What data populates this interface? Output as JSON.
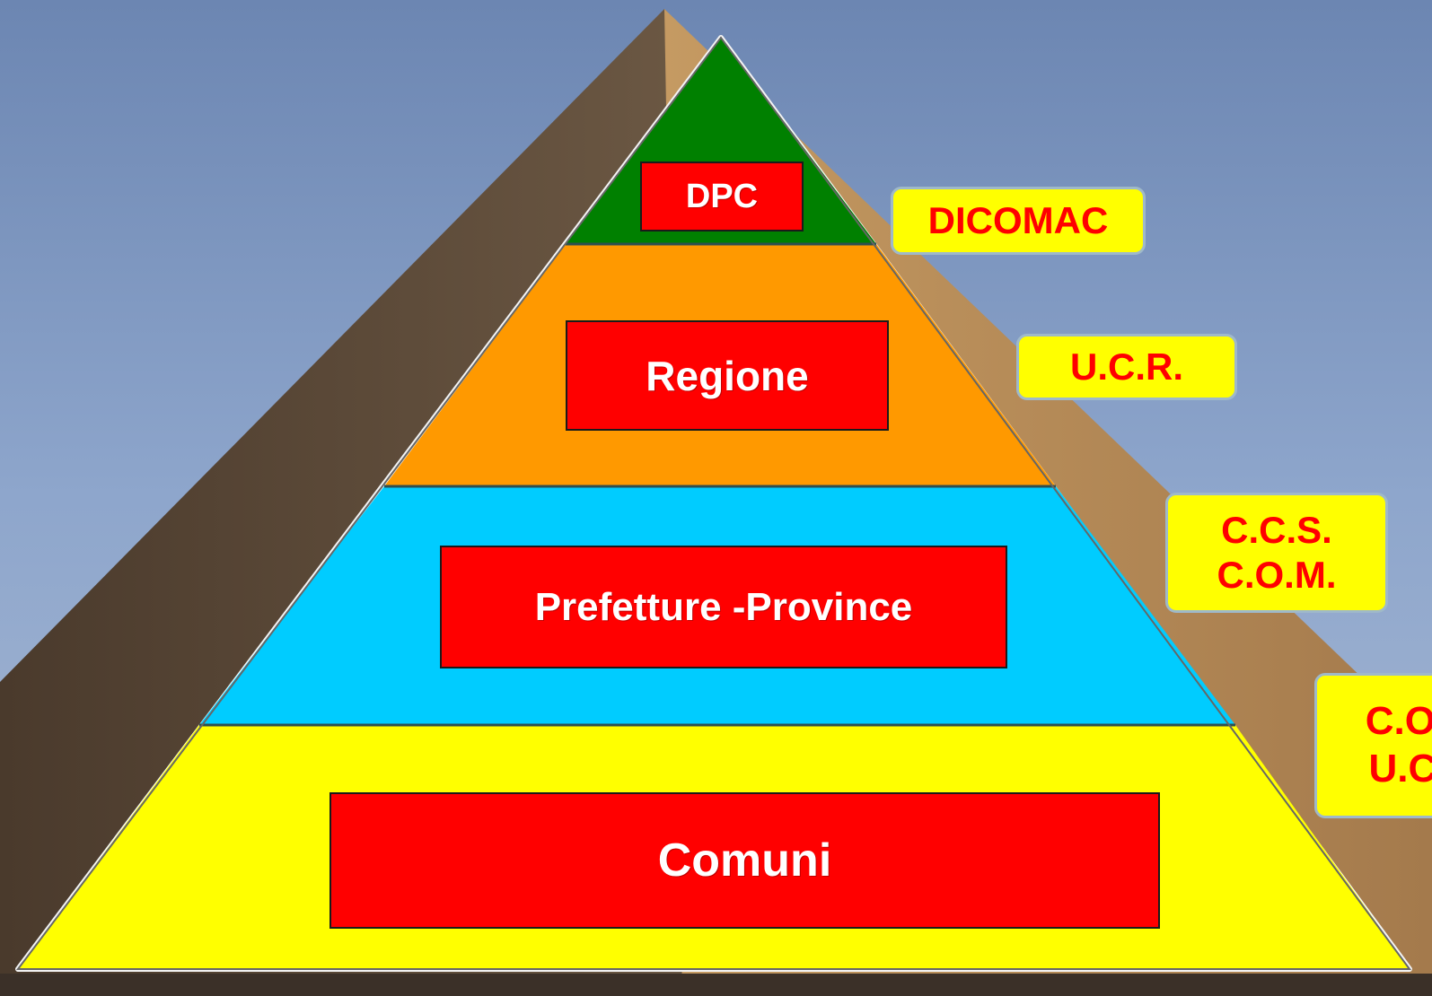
{
  "diagram": {
    "tiers": [
      {
        "label": "DPC",
        "color": "#008000"
      },
      {
        "label": "Regione",
        "color": "#ff9900"
      },
      {
        "label": "Prefetture -Province",
        "color": "#00ccff"
      },
      {
        "label": "Comuni",
        "color": "#ffff00"
      }
    ],
    "box_color": "#ff0000",
    "side_labels": [
      {
        "line1": "DICOMAC",
        "line2": ""
      },
      {
        "line1": "U.C.R.",
        "line2": ""
      },
      {
        "line1": "C.C.S.",
        "line2": "C.O.M."
      },
      {
        "line1": "C.O.C.",
        "line2": "U.C.L."
      }
    ],
    "side_label_color": "#ffff00",
    "side_label_text_color": "#ff0000"
  }
}
